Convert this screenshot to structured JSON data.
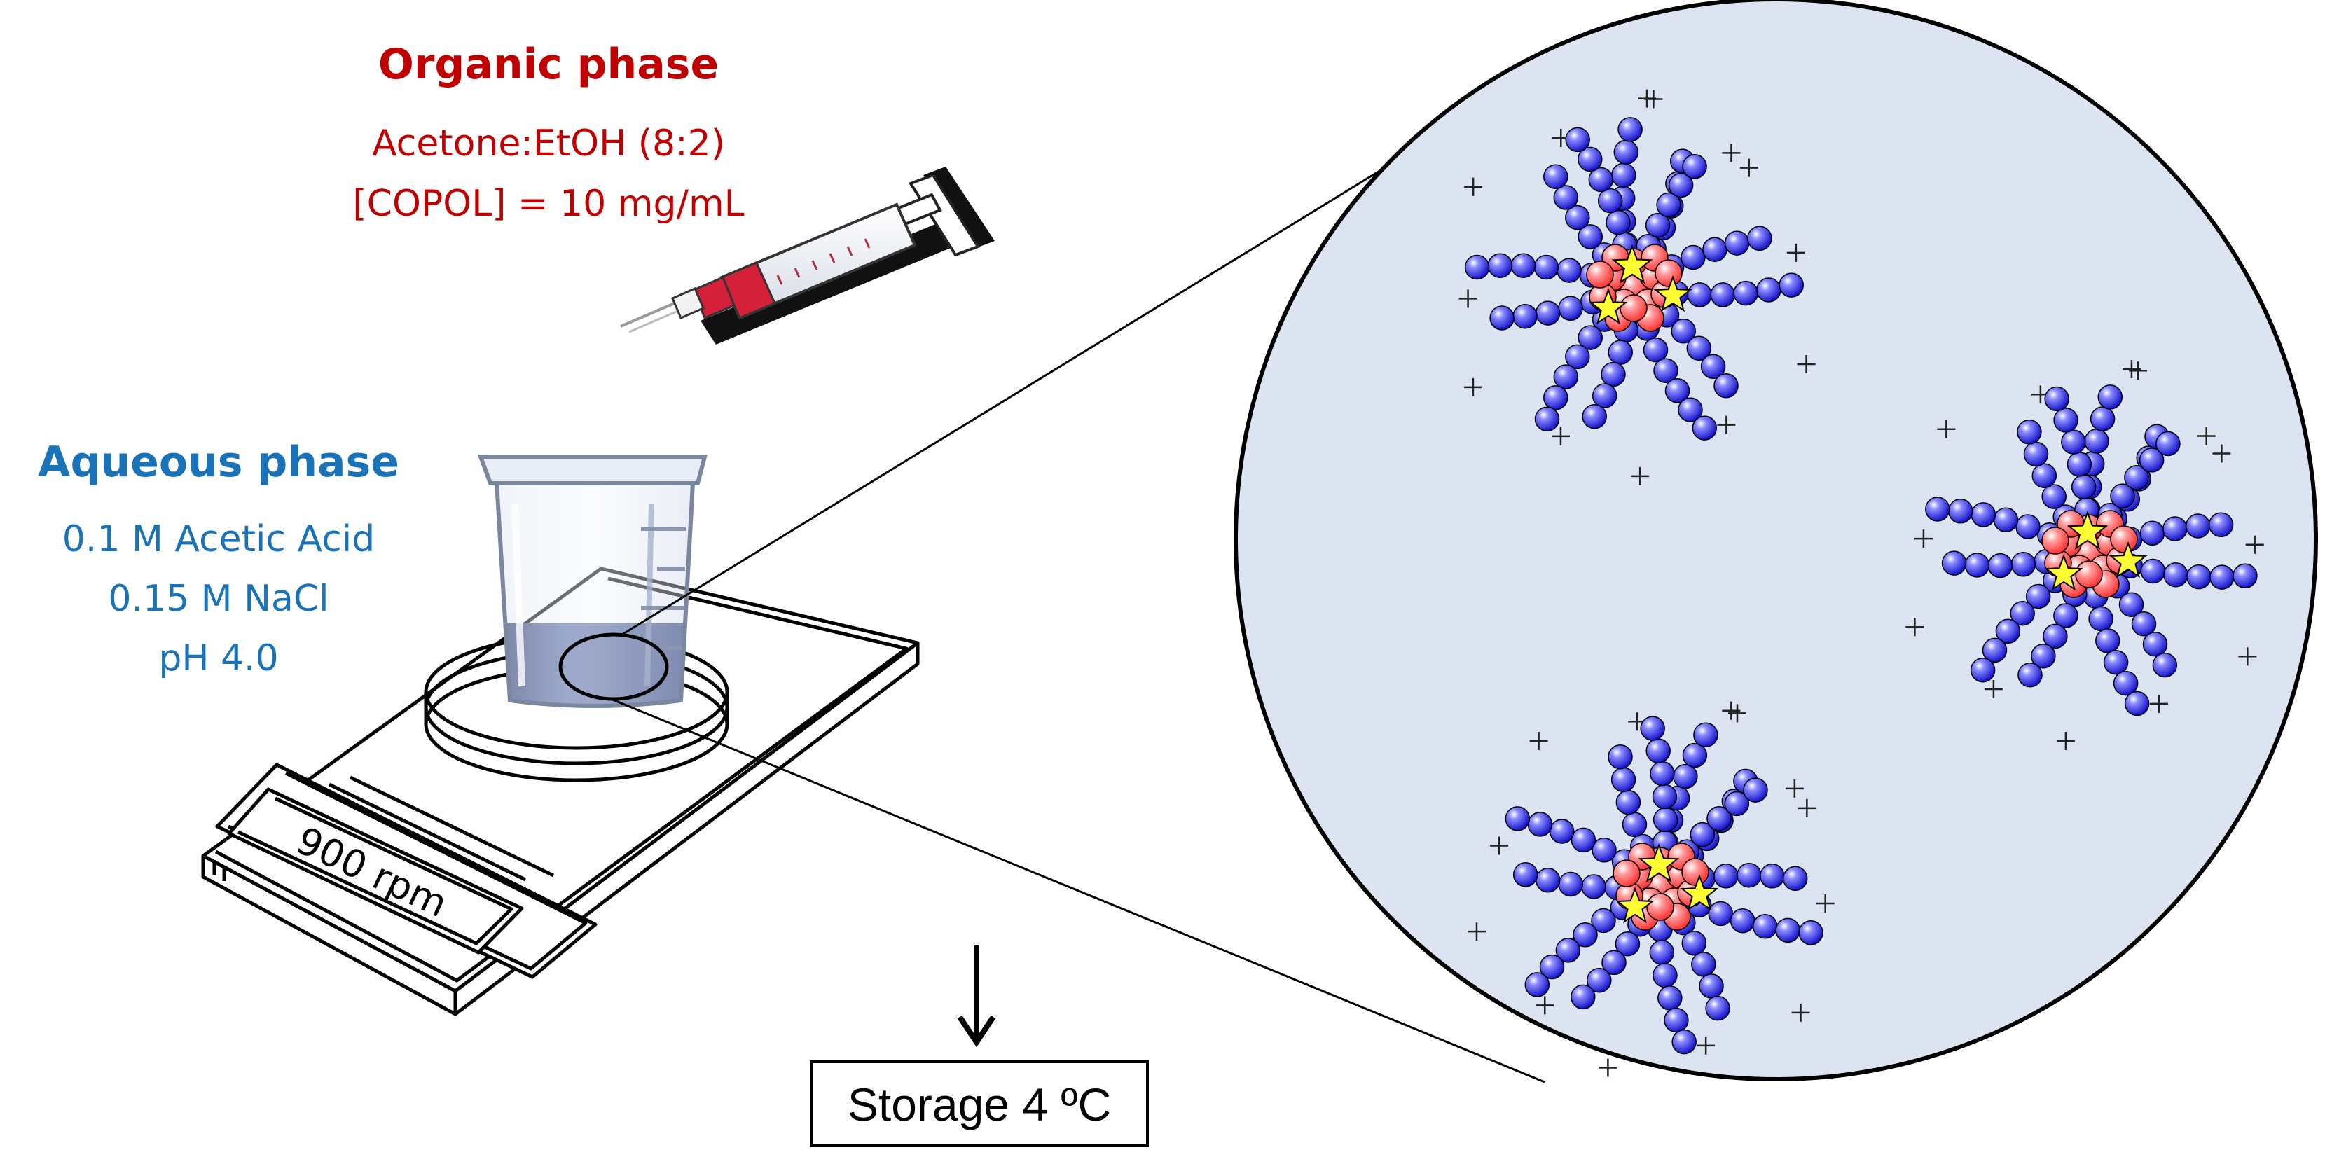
{
  "organic": {
    "title": "Organic phase",
    "line1": "Acetone:EtOH (8:2)",
    "line2": "[COPOL] = 10 mg/mL"
  },
  "aqueous": {
    "title": "Aqueous phase",
    "line1": "0.1 M Acetic Acid",
    "line2": "0.15 M NaCl",
    "line3": "pH 4.0"
  },
  "stirrer": {
    "display": "900 rpm"
  },
  "storage": {
    "label": "Storage 4 ºC"
  },
  "colors": {
    "organic": "#c00000",
    "aqueous": "#1a73b8",
    "zoom_fill": "#dce4f2",
    "bead_blue": "#2b2bd9",
    "bead_red": "#ff5a5a",
    "star": "#ffff33"
  }
}
